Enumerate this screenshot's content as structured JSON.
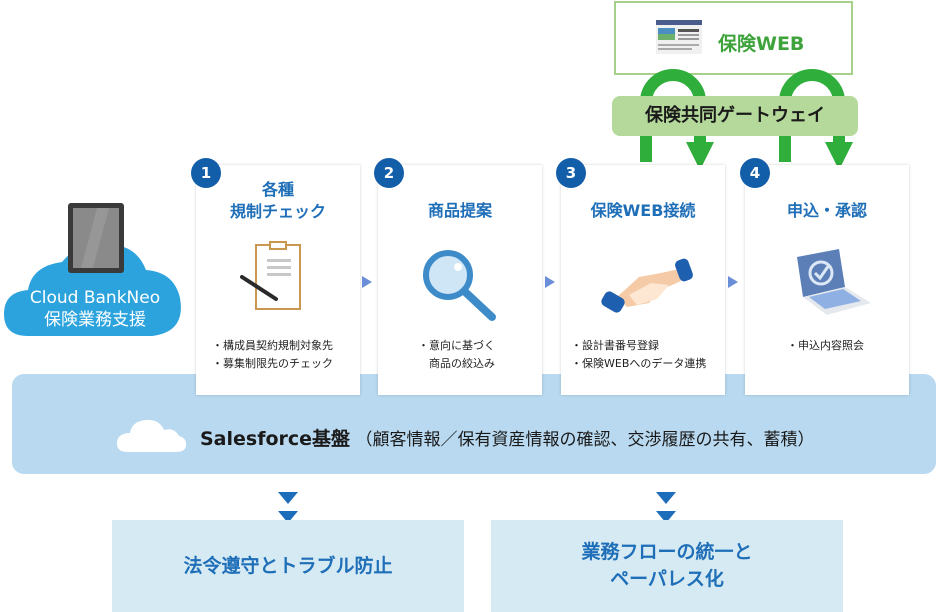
{
  "source_system": {
    "name": "Cloud BankNeo",
    "subtitle": "保険業務支援",
    "icons": [
      "cloud-icon",
      "tablet-icon"
    ],
    "color": "#2da3de"
  },
  "insurance_web": {
    "label": "保険WEB",
    "icon": "browser-window-icon",
    "color": "#3fa33c"
  },
  "gateway": {
    "label": "保険共同ゲートウェイ",
    "color": "#b4d99a",
    "arrow_color": "#2fae3b"
  },
  "steps": [
    {
      "number": "1",
      "title_line1": "各種",
      "title_line2": "規制チェック",
      "icon": "clipboard-pen-icon",
      "notes": [
        "・構成員契約規制対象先",
        "・募集制限先のチェック"
      ]
    },
    {
      "number": "2",
      "title_line1": "商品提案",
      "title_line2": "",
      "icon": "magnifier-icon",
      "notes": [
        "・意向に基づく",
        "　商品の絞込み"
      ]
    },
    {
      "number": "3",
      "title_line1": "保険WEB接続",
      "title_line2": "",
      "icon": "handshake-icon",
      "notes": [
        "・設計書番号登録",
        "・保険WEBへのデータ連携"
      ]
    },
    {
      "number": "4",
      "title_line1": "申込・承認",
      "title_line2": "",
      "icon": "laptop-check-icon",
      "notes": [
        "・申込内容照会"
      ]
    }
  ],
  "platform": {
    "name": "Salesforce基盤",
    "description": "（顧客情報／保有資産情報の確認、交渉履歴の共有、蓄積）",
    "icon": "cloud-icon",
    "color": "#b9d9f0"
  },
  "outcomes": [
    {
      "line1": "法令遵守とトラブル防止",
      "line2": ""
    },
    {
      "line1": "業務フローの統一と",
      "line2": "ペーパレス化"
    }
  ],
  "colors": {
    "title_blue": "#1f6fb8",
    "badge_blue": "#135ea8",
    "flow_arrow": "#6b8ed8",
    "outcome_bg": "#d6eaf4"
  }
}
